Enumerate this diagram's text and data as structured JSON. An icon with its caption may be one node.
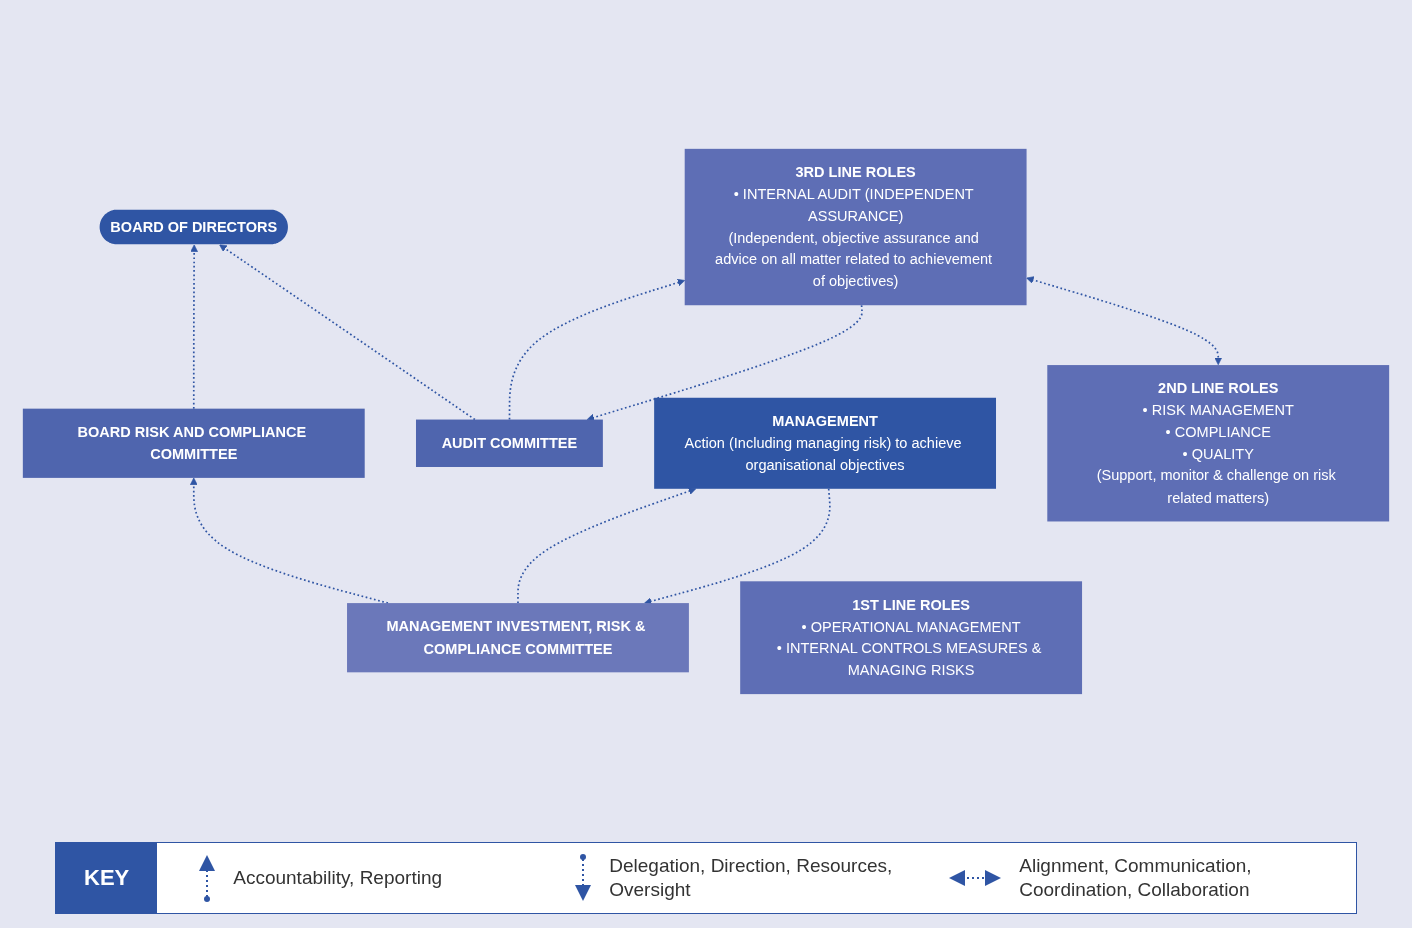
{
  "diagram": {
    "nodes": [
      {
        "text": [
          "BOARD OF DIRECTORS"
        ]
      },
      {
        "text": [
          "BOARD RISK AND COMPLIANCE COMMITTEE"
        ]
      },
      {
        "text": [
          "AUDIT COMMITTEE"
        ]
      },
      {
        "text": [
          "MANAGEMENT INVESTMENT, RISK & COMPLIANCE COMMITTEE"
        ]
      },
      {
        "text": [
          "MANAGEMENT",
          "Action (Including managing risk) to achieve organisational objectives"
        ]
      },
      {
        "text": [
          "1ST LINE ROLES",
          "• OPERATIONAL MANAGEMENT",
          "• INTERNAL CONTROLS MEASURES & MANAGING RISKS"
        ]
      },
      {
        "text": [
          "2ND LINE ROLES",
          "• RISK MANAGEMENT",
          "• COMPLIANCE",
          "• QUALITY",
          "(Support, monitor & challenge on risk related matters)"
        ]
      },
      {
        "text": [
          "3RD LINE ROLES",
          "• INTERNAL AUDIT (INDEPENDENT ASSURANCE)",
          "(Independent, objective assurance and advice on all matter related to achievement of objectives)"
        ]
      }
    ],
    "edges": [
      {
        "from": 1,
        "to": 0,
        "arrow": "to",
        "style": "dashed"
      },
      {
        "from": 2,
        "to": 0,
        "arrow": "to",
        "style": "dashed"
      },
      {
        "from": 3,
        "to": 1,
        "arrow": "to",
        "style": "dashed"
      },
      {
        "from": 3,
        "to": 4,
        "arrow": "to",
        "style": "dashed"
      },
      {
        "from": 4,
        "to": 3,
        "arrow": "to",
        "style": "dashed"
      },
      {
        "from": 7,
        "to": 2,
        "arrow": "to",
        "style": "dashed"
      },
      {
        "from": 2,
        "to": 7,
        "arrow": "to",
        "style": "dashed"
      },
      {
        "from": 6,
        "to": 7,
        "arrow": "both",
        "style": "dashed"
      }
    ],
    "labels": [
      "KEY"
    ],
    "legend": [
      {
        "text": "Accountability, Reporting"
      },
      {
        "text": "Delegation, Direction, Resources, Oversight"
      },
      {
        "text": "Alignment, Communication, Coordination, Collaboration"
      }
    ]
  }
}
